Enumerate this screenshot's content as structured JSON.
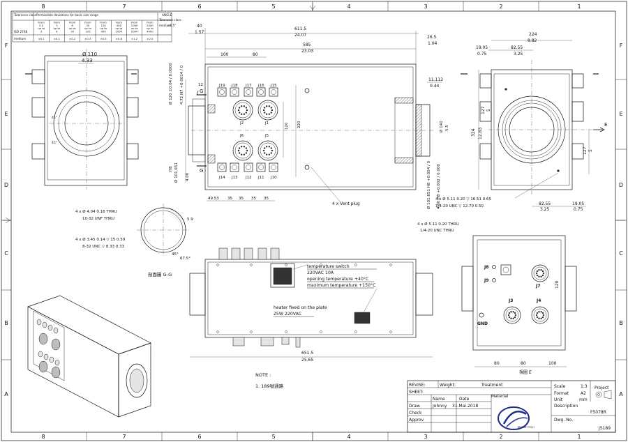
{
  "zones": {
    "columns": [
      "8",
      "7",
      "6",
      "5",
      "4",
      "3",
      "2",
      "1"
    ],
    "rows": [
      "F",
      "E",
      "D",
      "C",
      "B",
      "A"
    ]
  },
  "tolerance_table": {
    "h_class": "Tolerance class",
    "h_perm": "Permissible deviations for basic size range",
    "ranges": [
      [
        "From",
        "0.5",
        "up to",
        "3"
      ],
      [
        "From",
        "3",
        "up to",
        "6"
      ],
      [
        "From",
        "6",
        "up to",
        "30"
      ],
      [
        "From",
        "30",
        "up to",
        "120"
      ],
      [
        "From",
        "120",
        "up to",
        "400"
      ],
      [
        "From",
        "400",
        "up to",
        "1000"
      ],
      [
        "From",
        "1000",
        "up to",
        "2000"
      ],
      [
        "From",
        "2000",
        "up to",
        "4000"
      ]
    ],
    "standard": "ISO 2768",
    "row_label": "medium",
    "values": [
      "±0.1",
      "±0.1",
      "±0.2",
      "±0.3",
      "±0.5",
      "±0.8",
      "±1.2",
      "±2.0"
    ],
    "angle_title": "ANGLE",
    "angle_class": "Tolerance class",
    "angle_row": "medium",
    "angle_value": "±0.5°"
  },
  "dims": {
    "d611_5": "611.5",
    "d24_07": "24.07",
    "d585": "585",
    "d23_03": "23.03",
    "d40": "40",
    "d1_57": "1.57",
    "d26_5": "26.5",
    "d1_04": "1.04",
    "d100": "100",
    "d80": "80",
    "d110": "Ø 110",
    "d4_33": "4.33",
    "d120tol": "Ø 120 ±0.04 / 0.0000",
    "d472tol": "4.72 H7 +0.0014 / 0",
    "d12": "12",
    "d11_113": "11.113",
    "d0_44": "0.44",
    "d120v": "120",
    "d220v": "220",
    "d140": "Ø 140",
    "d5_5": "5.5",
    "d101_651": "Ø 101.651",
    "d4_00": "4.00",
    "dH8": "H8",
    "d101_651r": "Ø 101.651 H8 +0.054 / 0",
    "d4_00r": "4.00 H8 +0.002 / 0.000",
    "d224": "224",
    "d8_82": "8.82",
    "d19_05": "19.05",
    "d0_75": "0.75",
    "d82_55": "82.55",
    "d3_25": "3.25",
    "d127": "127",
    "d5": "5",
    "d324": "324",
    "d12_83": "12.83",
    "d127r": "127",
    "d5r": "5",
    "d82_55b": "82.55",
    "d3_25b": "3.25",
    "d19_05b": "19.05",
    "d0_75b": "0.75",
    "hole1": "4 x Ø 5.11 0.20 ▽ 16.51 0.65",
    "hole2": "1/4-20 UNC ▽ 12.70 0.50",
    "hole3": "4 x Ø 5.11 0.20 THRU",
    "hole4": "1/4-20 UNC THRU",
    "bd49_53": "49.53",
    "bd35a": "35",
    "bd35b": "35",
    "bd35c": "35",
    "bd35d": "35",
    "vent": "4 x Vent plug",
    "sec1": "4 x Ø 4.04 0.16 THRU",
    "sec2": "10-32 UNF THRU",
    "sec3": "4 x Ø 3.45 0.14 ▽ 15 0.59",
    "sec4": "8-32 UNC ▽ 8.33 0.33",
    "ang45": "45°",
    "ang67": "67.5°",
    "ang5_9": "5.9",
    "section_title": "剖面圖 G-G",
    "bot651_5": "651.5",
    "bot25_65": "25.65",
    "r80a": "80",
    "r80b": "80",
    "r100": "100",
    "r120": "120",
    "view_e": "視圖 E"
  },
  "labels": {
    "G1": "G",
    "G2": "G",
    "E1": "E",
    "J19": "J19",
    "J18": "J18",
    "J17": "J17",
    "J16": "J16",
    "J15": "J15",
    "J2": "J2",
    "J1": "J1",
    "J6": "J6",
    "J5": "J5",
    "J14": "J14",
    "J13": "J13",
    "J12": "J12",
    "J11": "J11",
    "J10": "J10",
    "J8": "J8",
    "J9": "J9",
    "J7": "J7",
    "J3": "J3",
    "J4": "J4",
    "GND": "GND"
  },
  "notes_heater": {
    "switch1": "temperature switch",
    "switch2": "220VAC 10A",
    "switch3": "opening temperature +40°C",
    "switch4": "maximum temperature +150°C",
    "heat1": "heater fixed on the plate",
    "heat2": "25W 220VAC"
  },
  "note": {
    "title": "NOTE :",
    "item": "1. 189號通路"
  },
  "title_block": {
    "revise": "REVISE:",
    "weight": "Weight:",
    "treatment": "Treatment",
    "scale": "Scale",
    "scale_v": "1:3",
    "project": "Project",
    "sheet": "SHEET:",
    "material": "Material",
    "format": "Format",
    "format_v": "A2",
    "unit": "Unit",
    "unit_v": "mm",
    "name": "Name",
    "date": "Date",
    "draw": "Draw.",
    "drawer": "Johnny",
    "draw_date": "31.Mai.2018",
    "check": "Check",
    "approv": "Approv",
    "description": "Description",
    "desc_v": "F5078R",
    "dwg": "Dwg. No.",
    "dwg_v": "JS189",
    "logo_text": "BESTART TECH"
  }
}
